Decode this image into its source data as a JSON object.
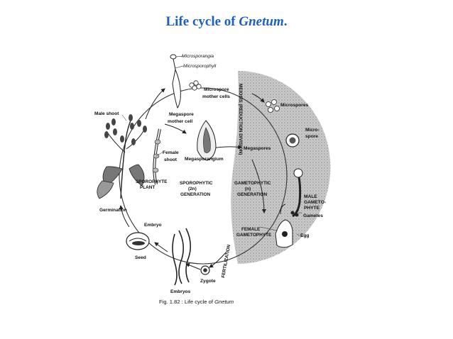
{
  "title": {
    "text": "Life cycle of ",
    "genus": "Gnetum",
    "period": "."
  },
  "labels": {
    "microsporangia": "Microsporangia",
    "microsporophyll": "Microsporophyll",
    "microspore_mother_cells_1": "Microspore",
    "microspore_mother_cells_2": "mother cells",
    "microspores": "Microspores",
    "male_shoot": "Male shoot",
    "megaspore_mother_cell_1": "Megaspore",
    "megaspore_mother_cell_2": "mother cell",
    "female_shoot_1": "Female",
    "female_shoot_2": "shoot",
    "megasporangium": "Megasporangium",
    "megaspores": "Megaspores",
    "micro_spore_1": "Micro-",
    "micro_spore_2": "spore",
    "meiosis": "MEIOSIS (REDUCTION DIVISION)",
    "sporophyte_plant_1": "SPOROPHYTE",
    "sporophyte_plant_2": "PLANT",
    "sporophytic_1": "SPOROPHYTIC",
    "sporophytic_2": "(2n)",
    "sporophytic_3": "GENERATION",
    "gametophytic_1": "GAMETOPHYTIC",
    "gametophytic_2": "(n)",
    "gametophytic_3": "GENERATION",
    "male_gametophyte_1": "MALE",
    "male_gametophyte_2": "GAMETO-",
    "male_gametophyte_3": "PHYTE",
    "gametes": "Gametes",
    "egg": "Egg",
    "female_gametophyte_1": "FEMALE",
    "female_gametophyte_2": "GAMETOPHYTE",
    "germination": "Germination",
    "embryo": "Embryo",
    "seed": "Seed",
    "fertilization": "FERTILIZATION",
    "zygote": "Zygote",
    "embryos": "Embryos"
  },
  "caption": "Fig. 1.82 : Life cycle of ",
  "caption_genus": "Gnetum"
}
